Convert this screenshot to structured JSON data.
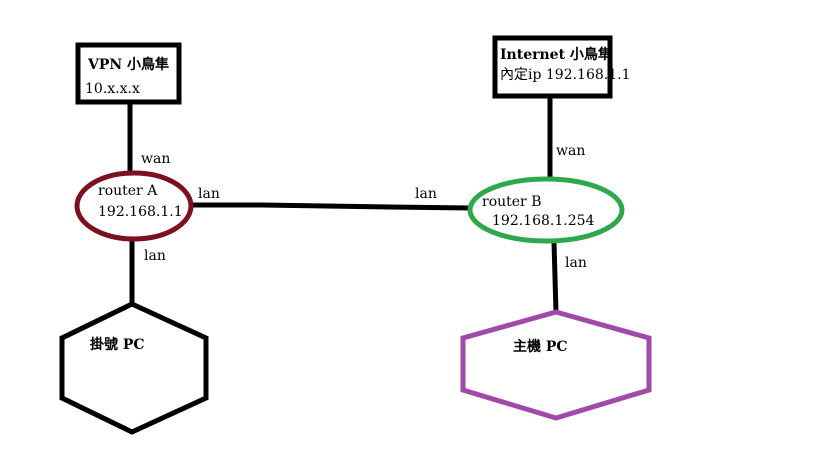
{
  "nodes": {
    "vpn_box": {
      "line1": "VPN 小鳥隼",
      "line2": "10.x.x.x"
    },
    "internet_box": {
      "line1": "Internet 小鳥隼",
      "line2": "內定ip 192.168.1.1"
    },
    "router_a": {
      "name": "router A",
      "ip": "192.168.1.1",
      "color": "#7a1020"
    },
    "router_b": {
      "name": "router B",
      "ip": "192.168.1.254",
      "color": "#2ea84a"
    },
    "pc_left": {
      "label": "掛號 PC",
      "color": "#000000"
    },
    "pc_right": {
      "label": "主機 PC",
      "color": "#a04aa8"
    }
  },
  "links": {
    "vpn_to_a": "wan",
    "internet_to_b": "wan",
    "a_lan_right": "lan",
    "b_lan_left": "lan",
    "a_to_pc": "lan",
    "b_to_pc": "lan"
  }
}
